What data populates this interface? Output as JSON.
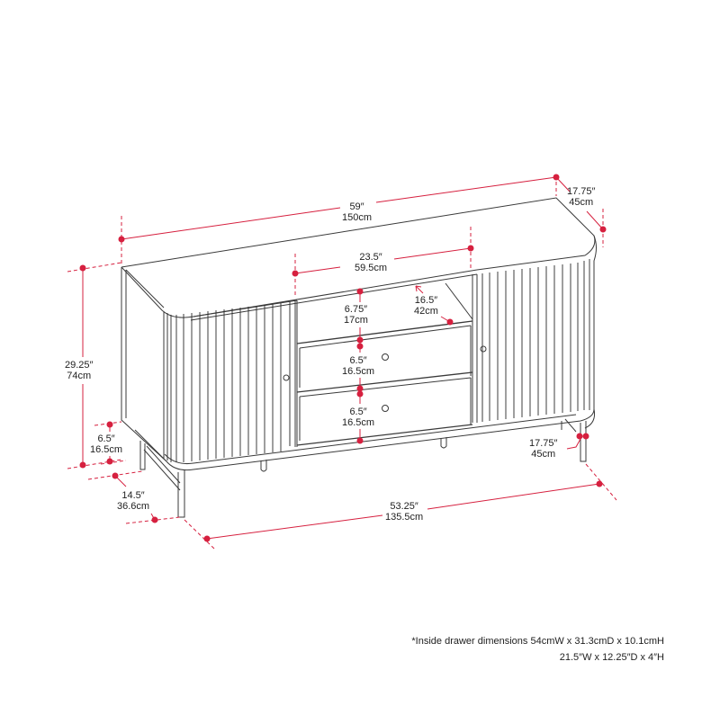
{
  "diagram": {
    "subject": "Sideboard / TV stand with fluted doors, two center drawers and open shelf",
    "accent_color": "#d6203f",
    "line_color": "#3a3a3a",
    "dimensions": {
      "overall_width": {
        "imperial": "59″",
        "metric": "150cm"
      },
      "overall_depth": {
        "imperial": "17.75″",
        "metric": "45cm"
      },
      "overall_height": {
        "imperial": "29.25″",
        "metric": "74cm"
      },
      "open_shelf_width": {
        "imperial": "23.5″",
        "metric": "59.5cm"
      },
      "open_shelf_depth": {
        "imperial": "16.5″",
        "metric": "42cm"
      },
      "open_shelf_height": {
        "imperial": "6.75″",
        "metric": "17cm"
      },
      "drawer_1_height": {
        "imperial": "6.5″",
        "metric": "16.5cm"
      },
      "drawer_2_height": {
        "imperial": "6.5″",
        "metric": "16.5cm"
      },
      "leg_height": {
        "imperial": "6.5″",
        "metric": "16.5cm"
      },
      "leg_depth": {
        "imperial": "14.5″",
        "metric": "36.6cm"
      },
      "leg_width": {
        "imperial": "53.25″",
        "metric": "135.5cm"
      },
      "leg_side_depth": {
        "imperial": "17.75″",
        "metric": "45cm"
      }
    },
    "footnote": {
      "line1": "*Inside drawer dimensions 54cmW x 31.3cmD x 10.1cmH",
      "line2": "21.5″W x 12.25″D x 4″H"
    }
  }
}
